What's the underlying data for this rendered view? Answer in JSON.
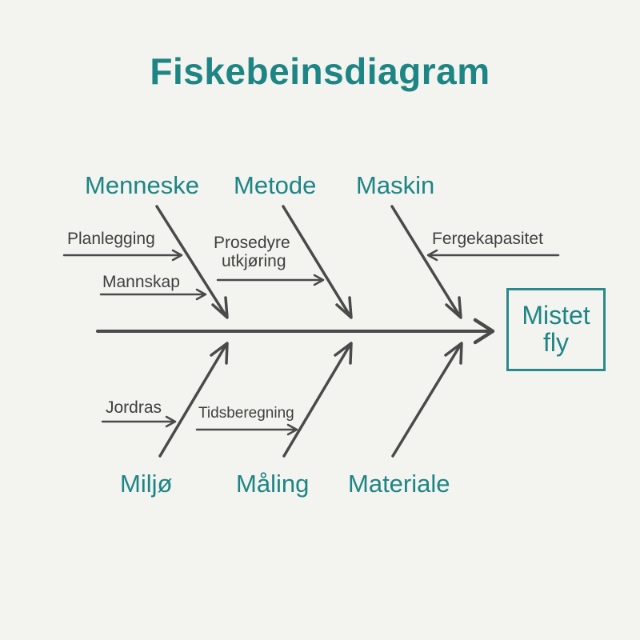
{
  "title": "Fiskebeinsdiagram",
  "effect": {
    "line1": "Mistet",
    "line2": "fly"
  },
  "categories": {
    "menneske": "Menneske",
    "metode": "Metode",
    "maskin": "Maskin",
    "miljo": "Miljø",
    "maling": "Måling",
    "materiale": "Materiale"
  },
  "causes": {
    "planlegging": "Planlegging",
    "mannskap": "Mannskap",
    "prosedyre_line1": "Prosedyre",
    "prosedyre_line2": "utkjøring",
    "fergekapasitet": "Fergekapasitet",
    "jordras": "Jordras",
    "tidsberegning": "Tidsberegning"
  },
  "colors": {
    "accent": "#1e8585",
    "line": "#4a4a4a",
    "background": "#f3f3ef"
  }
}
